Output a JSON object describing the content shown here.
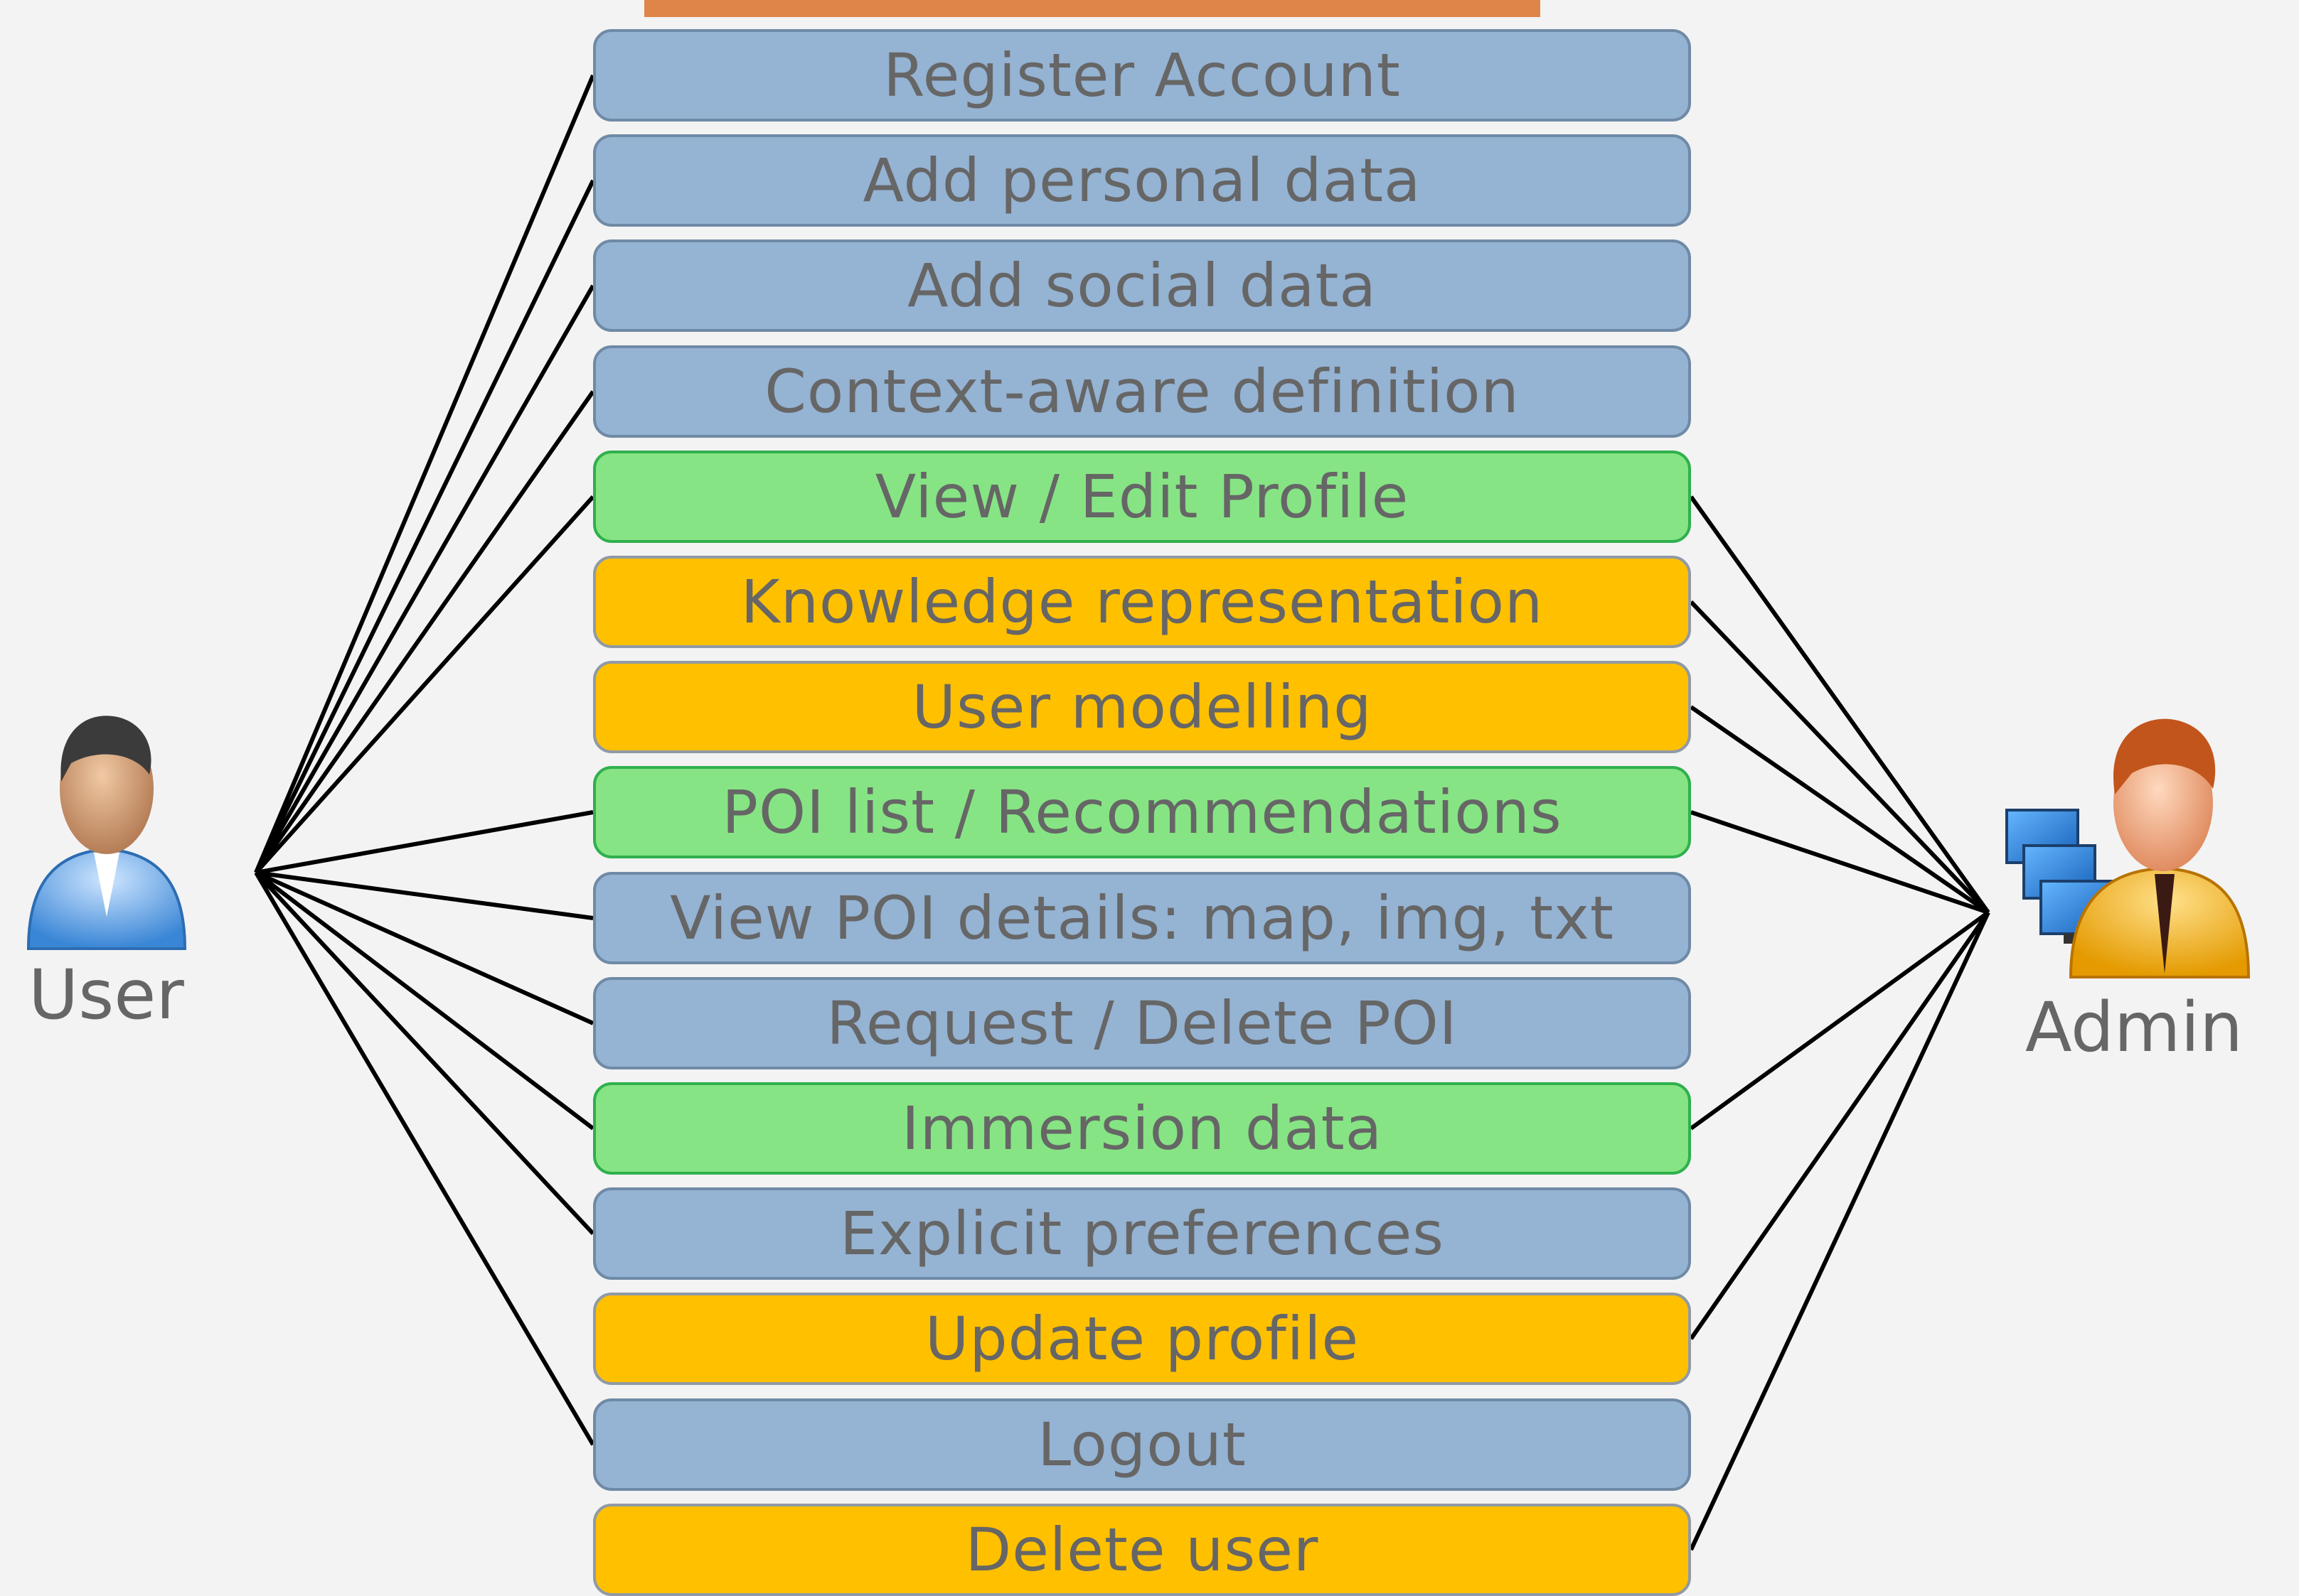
{
  "actors": {
    "user": {
      "label": "User"
    },
    "admin": {
      "label": "Admin"
    }
  },
  "colors": {
    "blue": "#95b3d3",
    "green": "#86e484",
    "orange": "#ffc000",
    "header_bar": "#e0854a",
    "text": "#666666"
  },
  "use_cases": [
    {
      "label": "Register Account",
      "color": "blue",
      "user": true,
      "admin": false
    },
    {
      "label": "Add personal data",
      "color": "blue",
      "user": true,
      "admin": false
    },
    {
      "label": "Add social data",
      "color": "blue",
      "user": true,
      "admin": false
    },
    {
      "label": "Context-aware definition",
      "color": "blue",
      "user": true,
      "admin": false
    },
    {
      "label": "View / Edit Profile",
      "color": "green",
      "user": true,
      "admin": true
    },
    {
      "label": "Knowledge representation",
      "color": "orange",
      "user": false,
      "admin": true
    },
    {
      "label": "User modelling",
      "color": "orange",
      "user": false,
      "admin": true
    },
    {
      "label": "POI list / Recommendations",
      "color": "green",
      "user": true,
      "admin": true
    },
    {
      "label": "View POI details: map, img, txt",
      "color": "blue",
      "user": true,
      "admin": false
    },
    {
      "label": "Request / Delete POI",
      "color": "blue",
      "user": true,
      "admin": false
    },
    {
      "label": "Immersion data",
      "color": "green",
      "user": true,
      "admin": true
    },
    {
      "label": "Explicit preferences",
      "color": "blue",
      "user": true,
      "admin": false
    },
    {
      "label": "Update profile",
      "color": "orange",
      "user": false,
      "admin": true
    },
    {
      "label": "Logout",
      "color": "blue",
      "user": true,
      "admin": false
    },
    {
      "label": "Delete user",
      "color": "orange",
      "user": false,
      "admin": true
    }
  ]
}
